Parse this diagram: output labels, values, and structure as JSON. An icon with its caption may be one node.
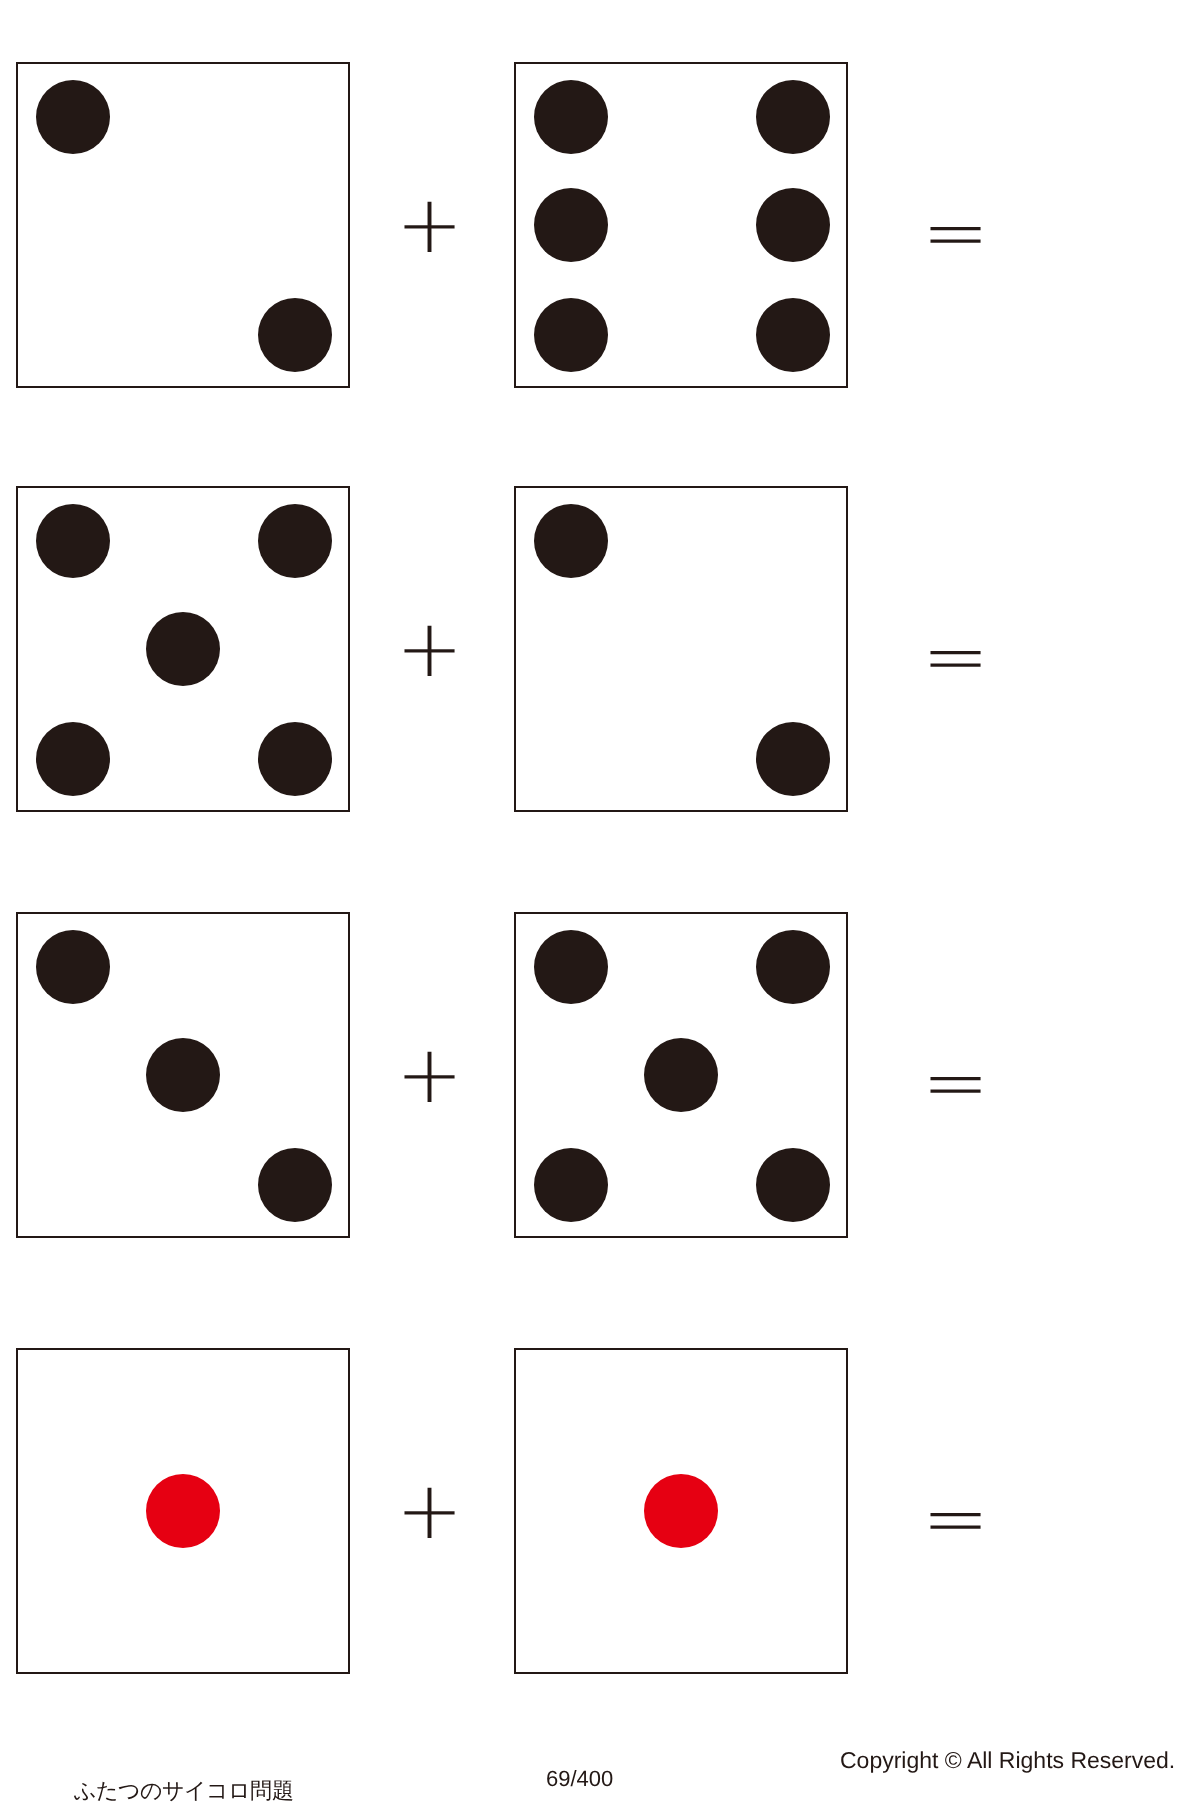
{
  "diagram": {
    "nodes": [
      {
        "text": [],
        "shape": "box"
      },
      {
        "text": [],
        "shape": "circle",
        "in": 0
      },
      {
        "text": [],
        "shape": "circle",
        "in": 0
      },
      {
        "text": [],
        "shape": "box"
      },
      {
        "text": [],
        "shape": "circle",
        "in": 3
      },
      {
        "text": [],
        "shape": "circle",
        "in": 3
      },
      {
        "text": [],
        "shape": "circle",
        "in": 3
      },
      {
        "text": [],
        "shape": "circle",
        "in": 3
      },
      {
        "text": [],
        "shape": "circle",
        "in": 3
      },
      {
        "text": [],
        "shape": "circle",
        "in": 3
      },
      {
        "text": [],
        "shape": "box"
      },
      {
        "text": [],
        "shape": "circle",
        "in": 10
      },
      {
        "text": [],
        "shape": "circle",
        "in": 10
      },
      {
        "text": [],
        "shape": "circle",
        "in": 10
      },
      {
        "text": [],
        "shape": "circle",
        "in": 10
      },
      {
        "text": [],
        "shape": "circle",
        "in": 10
      },
      {
        "text": [],
        "shape": "box"
      },
      {
        "text": [],
        "shape": "circle",
        "in": 16
      },
      {
        "text": [],
        "shape": "circle",
        "in": 16
      },
      {
        "text": [],
        "shape": "box"
      },
      {
        "text": [],
        "shape": "circle",
        "in": 19
      },
      {
        "text": [],
        "shape": "circle",
        "in": 19
      },
      {
        "text": [],
        "shape": "circle",
        "in": 19
      },
      {
        "text": [],
        "shape": "box"
      },
      {
        "text": [],
        "shape": "circle",
        "in": 23
      },
      {
        "text": [],
        "shape": "circle",
        "in": 23
      },
      {
        "text": [],
        "shape": "circle",
        "in": 23
      },
      {
        "text": [],
        "shape": "circle",
        "in": 23
      },
      {
        "text": [],
        "shape": "circle",
        "in": 23
      },
      {
        "text": [],
        "shape": "box"
      },
      {
        "text": [],
        "shape": "circle",
        "in": 29
      },
      {
        "text": [],
        "shape": "box"
      },
      {
        "text": [],
        "shape": "circle",
        "in": 31
      }
    ],
    "labels": [
      "+",
      "=",
      "+",
      "=",
      "+",
      "=",
      "+",
      "=",
      "ふたつのサイコロ問題",
      "69/400",
      "Copyright © All Rights Reserved."
    ]
  }
}
